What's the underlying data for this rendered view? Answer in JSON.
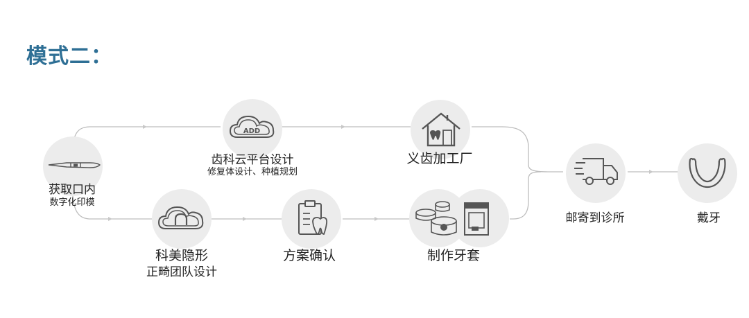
{
  "title": "模式二：",
  "steps": {
    "scan": {
      "label": "获取口内",
      "sub": "数字化印模",
      "icon": "intraoral-scanner-icon"
    },
    "cloud": {
      "label": "齿科云平台设计",
      "sub": "修复体设计、种植规划",
      "icon": "add-cloud-icon"
    },
    "factory": {
      "label": "义齿加工厂",
      "icon": "factory-house-icon"
    },
    "kemei": {
      "label": "科美隐形",
      "sub": "正畸团队设计",
      "icon": "tooth-cloud-icon"
    },
    "confirm": {
      "label": "方案确认",
      "icon": "clipboard-tooth-icon"
    },
    "make": {
      "label": "制作牙套",
      "icon": "printer-machines-icon"
    },
    "mail": {
      "label": "邮寄到诊所",
      "icon": "delivery-truck-icon"
    },
    "wear": {
      "label": "戴牙",
      "icon": "aligner-icon"
    }
  },
  "colors": {
    "title": "#2e6f95",
    "circle": "#ececec",
    "line": "#b8b8b8",
    "icon": "#555555"
  }
}
